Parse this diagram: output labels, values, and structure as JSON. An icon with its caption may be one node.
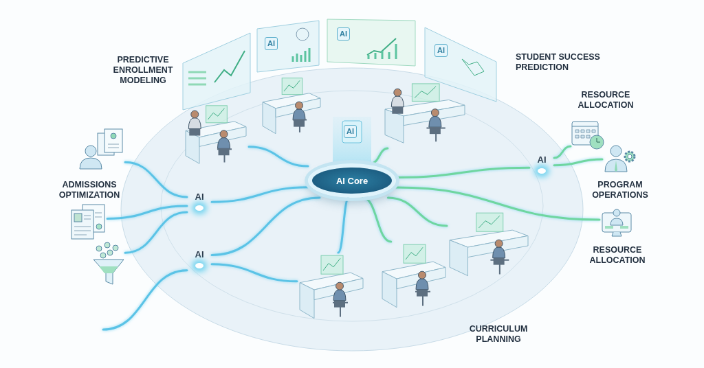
{
  "diagram": {
    "nodes": [
      {
        "text": [
          "AI Core"
        ]
      },
      {
        "text": [],
        "shape": "picture"
      },
      {
        "text": [
          "AI"
        ]
      },
      {
        "text": [
          "AI"
        ]
      },
      {
        "text": [
          "AI"
        ]
      },
      {
        "text": [],
        "shape": "picture"
      },
      {
        "text": [],
        "shape": "picture"
      },
      {
        "text": [],
        "shape": "picture"
      },
      {
        "text": [],
        "shape": "picture"
      },
      {
        "text": [],
        "shape": "picture"
      },
      {
        "text": [],
        "shape": "picture"
      },
      {
        "text": [],
        "shape": "picture"
      },
      {
        "text": [],
        "shape": "picture"
      },
      {
        "text": [],
        "shape": "picture"
      },
      {
        "text": [],
        "shape": "picture"
      },
      {
        "text": [],
        "shape": "picture"
      },
      {
        "text": [],
        "shape": "picture"
      }
    ],
    "edges": [
      {
        "from": 5,
        "to": 2,
        "arrow": "none"
      },
      {
        "from": 6,
        "to": 2,
        "arrow": "none"
      },
      {
        "from": 7,
        "to": 2,
        "arrow": "none"
      },
      {
        "from": null,
        "to": 3,
        "arrow": "none"
      },
      {
        "from": 2,
        "to": 0,
        "arrow": "none"
      },
      {
        "from": 3,
        "to": 0,
        "arrow": "none"
      },
      {
        "from": 11,
        "to": 0,
        "arrow": "none"
      },
      {
        "from": 3,
        "to": 14,
        "arrow": "none"
      },
      {
        "from": 0,
        "to": 14,
        "arrow": "none"
      },
      {
        "from": 8,
        "to": 4,
        "arrow": "none",
        "color": "#6fd6a0"
      },
      {
        "from": 9,
        "to": 4,
        "arrow": "none",
        "color": "#6fd6a0"
      },
      {
        "from": 4,
        "to": 0,
        "arrow": "none",
        "color": "#6fd6a0"
      },
      {
        "from": 10,
        "to": 0,
        "arrow": "none",
        "color": "#6fd6a0"
      },
      {
        "from": 13,
        "to": 0,
        "arrow": "none",
        "color": "#6fd6a0"
      },
      {
        "from": 0,
        "to": 15,
        "arrow": "none",
        "color": "#6fd6a0"
      },
      {
        "from": 0,
        "to": 16,
        "arrow": "none",
        "color": "#6fd6a0"
      }
    ],
    "labels": [
      "AI",
      "AI",
      "AI",
      "PREDICTIVE ENROLLMENT MODELING",
      "STUDENT SUCCESS PREDICTION",
      "RESOURCE ALLOCATION",
      "AI",
      "ADMISSIONS OPTIMIZATION",
      "PROGRAM OPERATIONS",
      "RESOURCE ALLOCATION",
      "CURRICULUM PLANNING"
    ]
  }
}
